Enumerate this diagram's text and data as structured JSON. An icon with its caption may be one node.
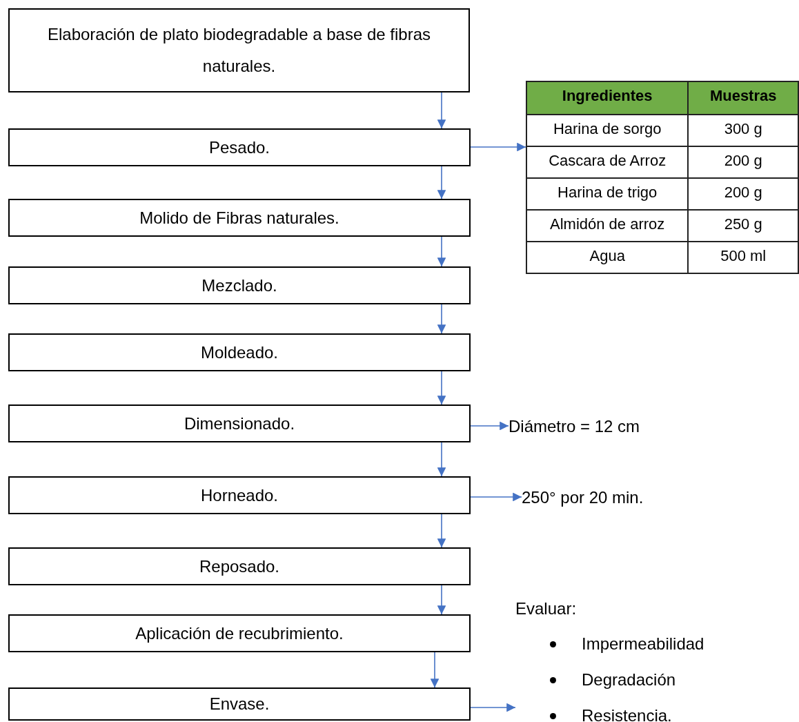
{
  "diagram": {
    "nodes": [
      {
        "text": [
          "Elaboración de plato biodegradable a base de fibras naturales."
        ]
      },
      {
        "text": [
          "Pesado."
        ]
      },
      {
        "text": [
          "Molido de Fibras naturales."
        ]
      },
      {
        "text": [
          "Mezclado."
        ]
      },
      {
        "text": [
          "Moldeado."
        ]
      },
      {
        "text": [
          "Dimensionado."
        ]
      },
      {
        "text": [
          "Horneado."
        ]
      },
      {
        "text": [
          "Reposado."
        ]
      },
      {
        "text": [
          "Aplicación de recubrimiento."
        ]
      },
      {
        "text": [
          "Envase."
        ]
      },
      {
        "text": [],
        "shape": "table"
      },
      {
        "text": [
          "Diámetro = 12 cm"
        ]
      },
      {
        "text": [
          "250° por 20 min."
        ]
      },
      {
        "text": [
          "Evaluar:",
          "Impermeabilidad",
          "Degradación",
          "Resistencia."
        ]
      }
    ],
    "edges": [
      {
        "from": 0,
        "to": 1,
        "arrow": "to"
      },
      {
        "from": 1,
        "to": 2,
        "arrow": "to"
      },
      {
        "from": 2,
        "to": 3,
        "arrow": "to"
      },
      {
        "from": 3,
        "to": 4,
        "arrow": "to"
      },
      {
        "from": 4,
        "to": 5,
        "arrow": "to"
      },
      {
        "from": 5,
        "to": 6,
        "arrow": "to"
      },
      {
        "from": 6,
        "to": 7,
        "arrow": "to"
      },
      {
        "from": 7,
        "to": 8,
        "arrow": "to"
      },
      {
        "from": 8,
        "to": 9,
        "arrow": "to"
      },
      {
        "from": 1,
        "to": 10,
        "arrow": "to"
      },
      {
        "from": 5,
        "to": 11,
        "arrow": "to"
      },
      {
        "from": 6,
        "to": 12,
        "arrow": "to"
      },
      {
        "from": 9,
        "to": 13,
        "arrow": "to"
      }
    ],
    "labels": [
      "Ingredientes",
      "Muestras",
      "Harina de sorgo",
      "300 g",
      "Cascara de Arroz",
      "200 g",
      "Harina de trigo",
      "200 g",
      "Almidón de arroz",
      "250 g",
      "Agua",
      "500 ml"
    ]
  }
}
